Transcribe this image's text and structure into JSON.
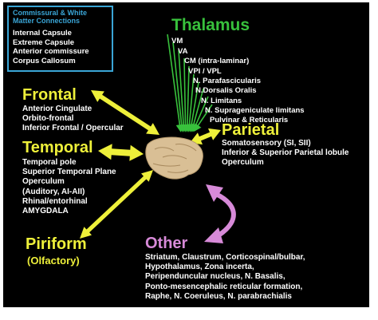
{
  "colors": {
    "background": "#000000",
    "legend_border": "#3aa5d6",
    "thalamus_green": "#38c13c",
    "region_yellow": "#eef03a",
    "other_pink": "#d78ad8",
    "brain": "#d9bf95"
  },
  "legend": {
    "title_line1": "Commissural & White",
    "title_line2": "Matter Connections",
    "items": [
      "Internal Capsule",
      "Extreme Capsule",
      "Anterior commissure",
      "Corpus Callosum"
    ]
  },
  "thalamus": {
    "title": "Thalamus",
    "nuclei": [
      "VM",
      "VA",
      "CM (intra-laminar)",
      "VPI  /  VPL",
      "N. Parafascicularis",
      "N.Dorsalis Oralis",
      "N. Limitans",
      "N. Suprageniculate limitans",
      "Pulvinar & Reticularis"
    ]
  },
  "frontal": {
    "title": "Frontal",
    "items": [
      "Anterior Cingulate",
      "Orbito-frontal",
      "Inferior Frontal / Opercular"
    ]
  },
  "parietal": {
    "title": "Parietal",
    "items": [
      "Somatosensory (SI, SII)",
      "Inferior & Superior Parietal lobule",
      "Operculum"
    ]
  },
  "temporal": {
    "title": "Temporal",
    "items": [
      "Temporal pole",
      "Superior Temporal Plane",
      "Operculum",
      "(Auditory, AI-AII)",
      "Rhinal/entorhinal",
      "AMYGDALA"
    ]
  },
  "piriform": {
    "title": "Piriform",
    "subtitle": "(Olfactory)"
  },
  "other": {
    "title": "Other",
    "items": [
      "Striatum, Claustrum, Corticospinal/bulbar,",
      "Hypothalamus, Zona incerta,",
      "Peripenduncular nucleus, N. Basalis,",
      "Ponto-mesencephalic reticular formation,",
      "Raphe, N. Coeruleus, N. parabrachialis"
    ]
  }
}
